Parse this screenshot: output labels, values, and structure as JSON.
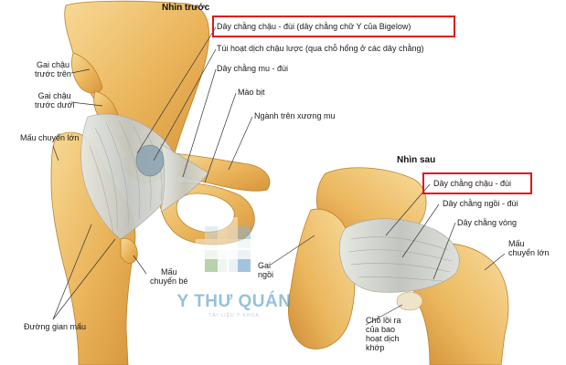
{
  "anterior": {
    "title": "Nhìn trước",
    "labels": {
      "iliofemoral": "Dây chằng chậu - đùi (dây chằng chữ Y của Bigelow)",
      "bursa": "Túi hoạt dịch chậu lược (qua chỗ hổng ở các dây chằng)",
      "pubofemoral": "Dây chằng mu - đùi",
      "obturator_crest": "Mào bịt",
      "superior_pubic_ramus": "Ngành trên xương mu",
      "asis_line1": "Gai chậu",
      "asis_line2": "trước trên",
      "aiis_line1": "Gai chậu",
      "aiis_line2": "trước dưới",
      "greater_trochanter": "Mấu chuyển lớn",
      "lesser_trochanter_line1": "Mấu",
      "lesser_trochanter_line2": "chuyển bé",
      "intertrochanteric_line": "Đường gian mấu"
    }
  },
  "posterior": {
    "title": "Nhìn sau",
    "labels": {
      "iliofemoral": "Dây chằng chậu - đùi",
      "ischiofemoral": "Dây chằng ngồi - đùi",
      "zona_orbicularis": "Dây chằng vòng",
      "greater_trochanter_line1": "Mấu",
      "greater_trochanter_line2": "chuyển lớn",
      "ischial_spine_line1": "Gai",
      "ischial_spine_line2": "ngồi",
      "synovial_line1": "Chỗ lồi ra",
      "synovial_line2": "của bao",
      "synovial_line3": "hoạt dịch",
      "synovial_line4": "khớp"
    }
  },
  "watermark": {
    "brand": "Y THƯ QUÁN",
    "tagline": "TÀI LIỆU Y KHOA"
  },
  "colors": {
    "bone": "#e9b65c",
    "bone_light": "#f6d58f",
    "ligament": "#c9ccc6",
    "highlight": "#e0141b",
    "bursa": "#8fa6b4"
  }
}
